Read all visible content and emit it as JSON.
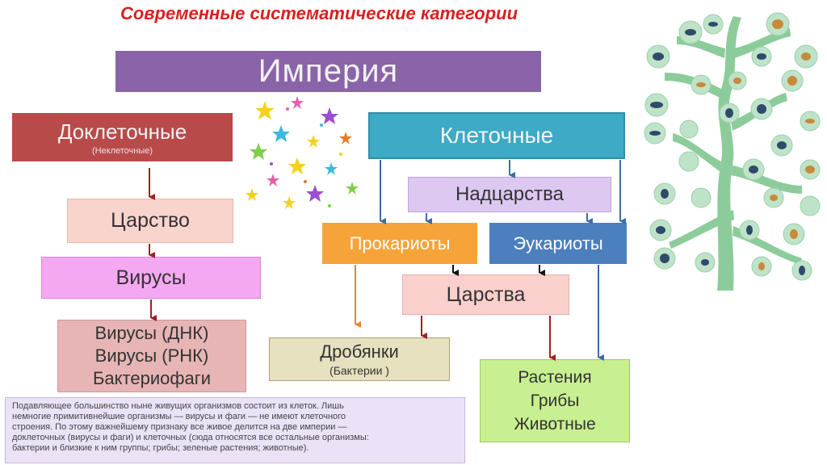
{
  "title": "Современные систематические категории",
  "diagram": {
    "empire": "Империя",
    "precellular": {
      "label": "Доклеточные",
      "sub": "(Неклеточные)"
    },
    "cellular": "Клеточные",
    "kingdom": "Царство",
    "viruses": "Вирусы",
    "virus_list": [
      "Вирусы (ДНК)",
      "Вирусы (РНК)",
      "Бактериофаги"
    ],
    "superkingdoms": "Надцарства",
    "prokaryotes": "Прокариоты",
    "eukaryotes": "Эукариоты",
    "kingdoms": "Царства",
    "drobyanki": {
      "label": "Дробянки",
      "sub": "(Бактерии )"
    },
    "euk_kingdoms": [
      "Растения",
      "Грибы",
      "Животные"
    ]
  },
  "note": [
    "Подавляющее большинство ныне живущих организмов состоит из клеток. Лишь",
    "немногие примитивнейшие организмы — вирусы и фаги — не имеют клеточного",
    "строения. По этому важнейшему признаку все живое делится на две империи —",
    "доклеточных (вирусы и фаги) и клеточных (сюда относятся все остальные организмы:",
    "бактерии и близкие к ним группы; грибы; зеленые растения; животные)."
  ],
  "colors": {
    "title": "#d92020",
    "empire": "#8a64a8",
    "precellular": "#b84a4a",
    "cellular": "#3daac6",
    "prokaryotes": "#f6a33a",
    "eukaryotes": "#4b7fbe",
    "tree": "#7fbf90"
  },
  "icons": [
    "star-cluster",
    "tree-of-life-illustration"
  ]
}
